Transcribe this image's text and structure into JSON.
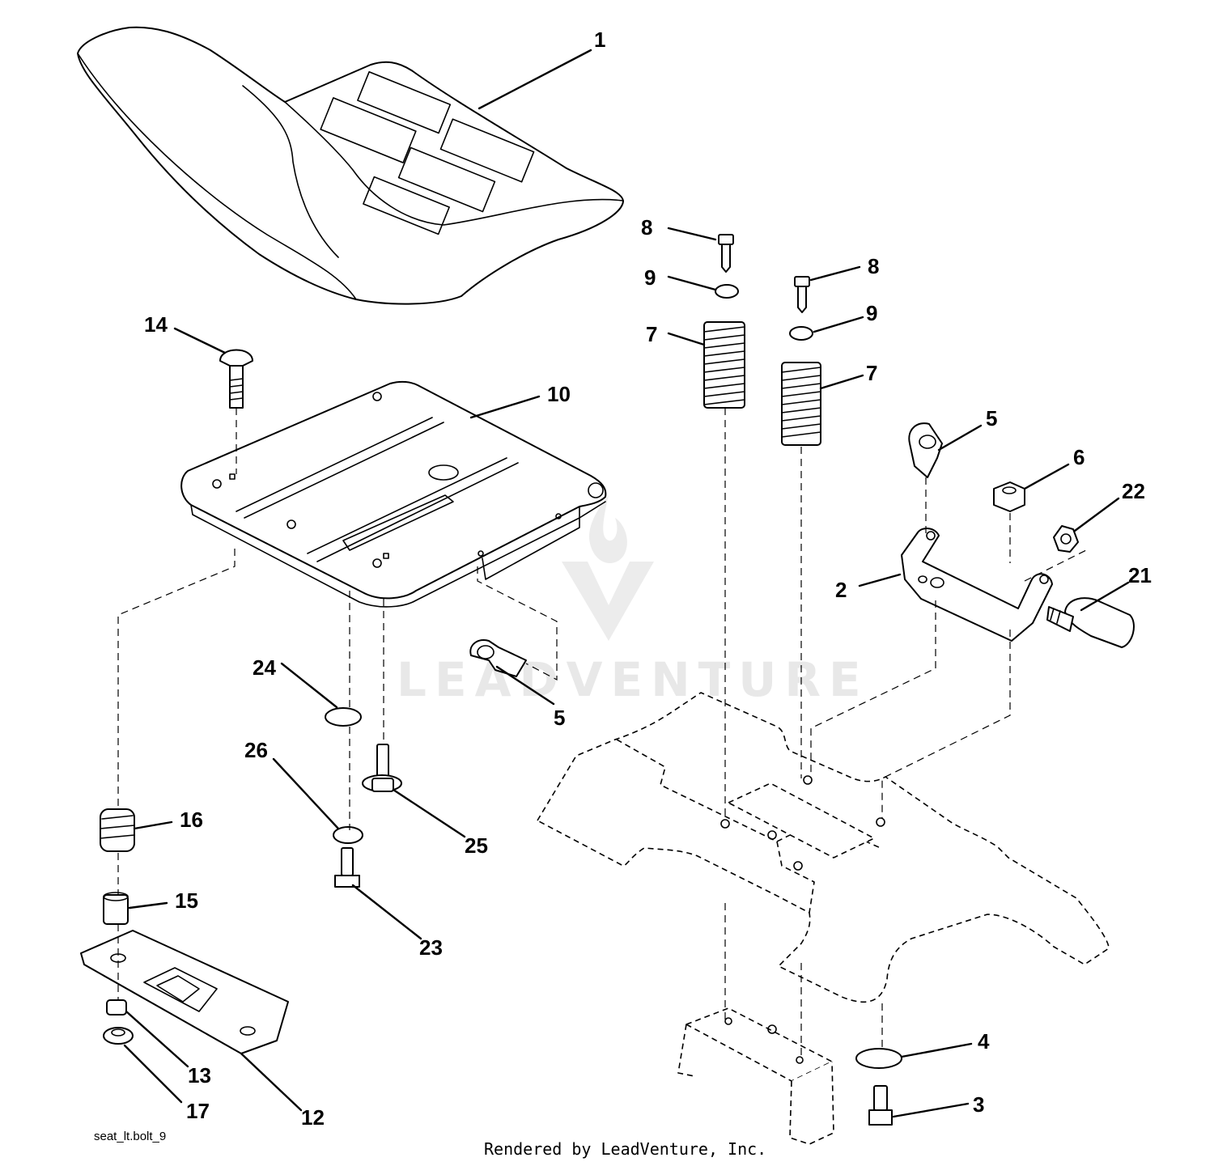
{
  "diagram": {
    "drawing_code": "seat_lt.bolt_9",
    "credit": "Rendered by LeadVenture, Inc.",
    "watermark": "LEADVENTURE",
    "callouts": [
      {
        "id": "c1",
        "label": "1"
      },
      {
        "id": "c2",
        "label": "2"
      },
      {
        "id": "c3",
        "label": "3"
      },
      {
        "id": "c4",
        "label": "4"
      },
      {
        "id": "c5a",
        "label": "5"
      },
      {
        "id": "c5b",
        "label": "5"
      },
      {
        "id": "c6",
        "label": "6"
      },
      {
        "id": "c7a",
        "label": "7"
      },
      {
        "id": "c7b",
        "label": "7"
      },
      {
        "id": "c8a",
        "label": "8"
      },
      {
        "id": "c8b",
        "label": "8"
      },
      {
        "id": "c9a",
        "label": "9"
      },
      {
        "id": "c9b",
        "label": "9"
      },
      {
        "id": "c10",
        "label": "10"
      },
      {
        "id": "c12",
        "label": "12"
      },
      {
        "id": "c13",
        "label": "13"
      },
      {
        "id": "c14",
        "label": "14"
      },
      {
        "id": "c15",
        "label": "15"
      },
      {
        "id": "c16",
        "label": "16"
      },
      {
        "id": "c17",
        "label": "17"
      },
      {
        "id": "c21",
        "label": "21"
      },
      {
        "id": "c22",
        "label": "22"
      },
      {
        "id": "c23",
        "label": "23"
      },
      {
        "id": "c24",
        "label": "24"
      },
      {
        "id": "c25",
        "label": "25"
      },
      {
        "id": "c26",
        "label": "26"
      }
    ]
  }
}
